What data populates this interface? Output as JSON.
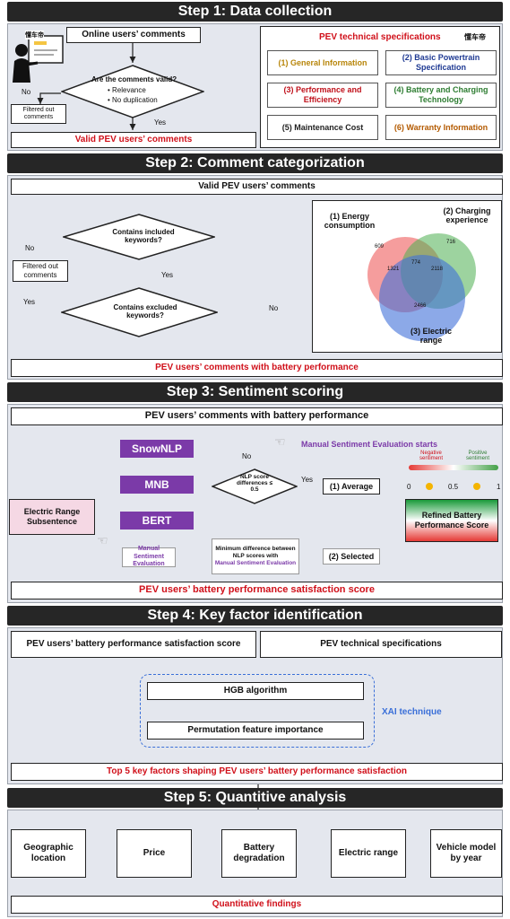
{
  "step1": {
    "title": "Step 1: Data collection",
    "online_comments": "Online users’ comments",
    "logo": "懂车帝",
    "question": "Are the comments valid?",
    "criteria": [
      "Relevance",
      "No duplication"
    ],
    "no_label": "No",
    "yes_label": "Yes",
    "filtered": "Filtered out comments",
    "valid": "Valid PEV users’ comments",
    "spec_title": "PEV technical specifications",
    "specs": [
      {
        "label": "(1) General Information",
        "color": "#b8860b"
      },
      {
        "label": "(2) Basic Powertrain Specification",
        "color": "#1f3a93"
      },
      {
        "label": "(3) Performance and Efficiency",
        "color": "#c0111b"
      },
      {
        "label": "(4) Battery and Charging Technology",
        "color": "#2e7d32"
      },
      {
        "label": "(5) Maintenance Cost",
        "color": "#222222"
      },
      {
        "label": "(6) Warranty Information",
        "color": "#b35a00"
      }
    ]
  },
  "step2": {
    "title": "Step 2: Comment categorization",
    "valid": "Valid PEV users’ comments",
    "q1": "Contains included keywords?",
    "q2": "Contains excluded keywords?",
    "no1": "No",
    "yes1": "Yes",
    "filtered": "Filtered out comments",
    "yes2": "Yes",
    "no2": "No",
    "venn": {
      "energy": "(1) Energy consumption",
      "charging": "(2) Charging experience",
      "range": "(3) Electric range",
      "v_energy_only": "609",
      "v_charging_only": "716",
      "v_center": "774",
      "v_energy_range": "1321",
      "v_charging_range": "2118",
      "v_range_only": "2466"
    },
    "output": "PEV users’ comments with battery performance"
  },
  "step3": {
    "title": "Step 3: Sentiment scoring",
    "input": "PEV users’ comments with battery performance",
    "subsentence": "Electric Range Subsentence",
    "models": [
      "SnowNLP",
      "MNB",
      "BERT"
    ],
    "diamond": "NLP score differences ≤ 0.5",
    "no": "No",
    "yes": "Yes",
    "manual_starts": "Manual Sentiment Evaluation starts",
    "average": "(1) Average",
    "selected": "(2) Selected",
    "manual_eval": "Manual Sentiment Evaluation",
    "min_diff_prefix": "Minimum difference between NLP scores with",
    "min_diff_suffix": "Manual Sentiment Evaluation",
    "neg": "Negative sentiment",
    "pos": "Positive sentiment",
    "scale": [
      "0",
      "0.5",
      "1"
    ],
    "refined": "Refined Battery Performance Score",
    "output": "PEV users’ battery performance satisfaction score"
  },
  "step4": {
    "title": "Step 4: Key factor identification",
    "left": "PEV users’ battery performance satisfaction score",
    "right": "PEV technical specifications",
    "hgb": "HGB algorithm",
    "perm": "Permutation feature importance",
    "xai": "XAI technique",
    "output": "Top 5 key factors shaping PEV users’ battery performance satisfaction"
  },
  "step5": {
    "title": "Step 5: Quantitive analysis",
    "factors": [
      "Geographic location",
      "Price",
      "Battery degradation",
      "Electric range",
      "Vehicle model by year"
    ],
    "output": "Quantitative findings"
  },
  "colors": {
    "red": "#d0101a",
    "purple": "#7b3aa8",
    "dark": "#262626"
  }
}
